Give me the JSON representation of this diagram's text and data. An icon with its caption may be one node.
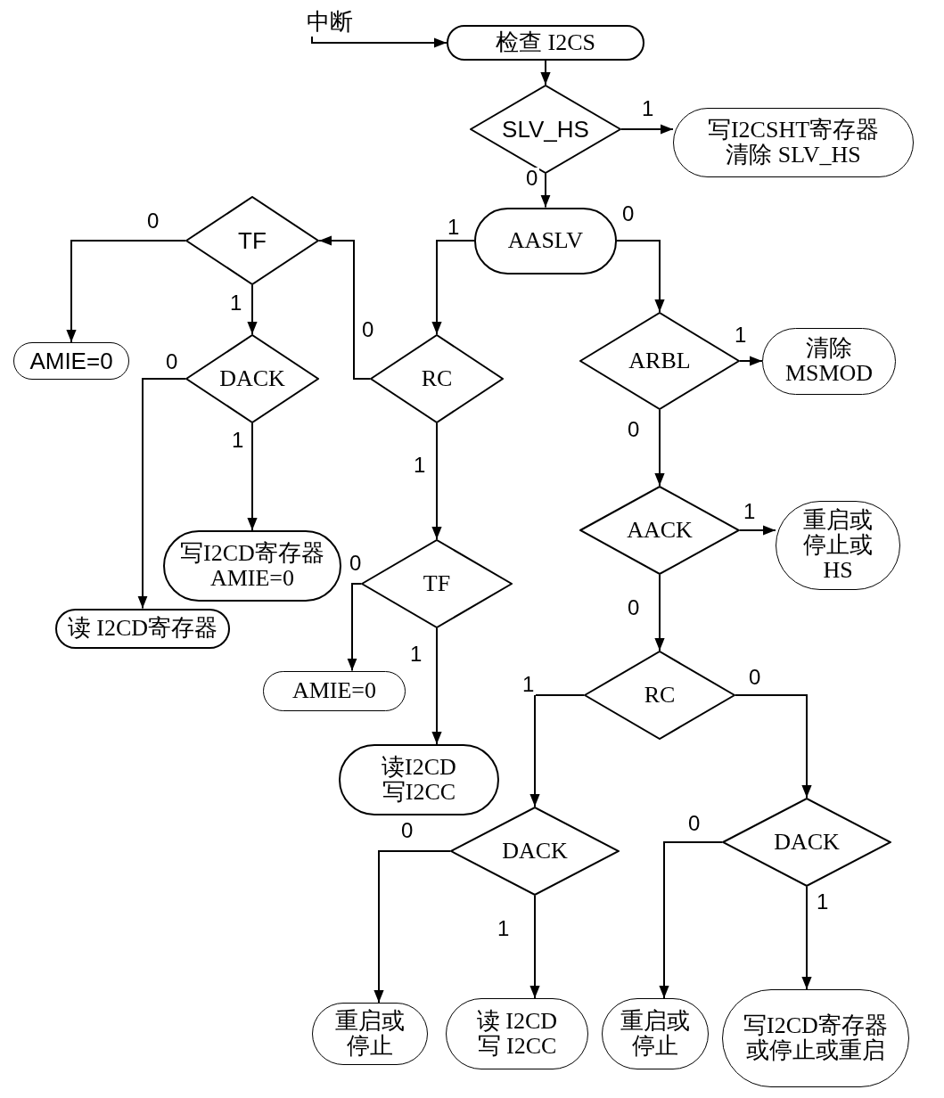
{
  "diagram": {
    "nodes": [
      {
        "text": [
          "中断"
        ]
      },
      {
        "text": [
          "检查 I2CS"
        ]
      },
      {
        "text": [
          "SLV_HS"
        ]
      },
      {
        "text": [
          "写I2CSHT寄存器清除 SLV_HS"
        ]
      },
      {
        "text": [
          "AASLV"
        ]
      },
      {
        "text": [
          "TF"
        ]
      },
      {
        "text": [
          "AMIE=0"
        ]
      },
      {
        "text": [
          "DACK"
        ]
      },
      {
        "text": [
          "RC"
        ]
      },
      {
        "text": [
          "ARBL"
        ]
      },
      {
        "text": [
          "清除 MSMOD"
        ]
      },
      {
        "text": [
          "写I2CD寄存器 AMIE=0"
        ]
      },
      {
        "text": [
          "AACK"
        ]
      },
      {
        "text": [
          "重启或停止或 HS"
        ]
      },
      {
        "text": [
          "TF"
        ]
      },
      {
        "text": [
          "读 I2CD寄存器"
        ]
      },
      {
        "text": [
          "AMIE=0"
        ]
      },
      {
        "text": [
          "RC"
        ]
      },
      {
        "text": [
          "读I2CD 写I2CC"
        ]
      },
      {
        "text": [
          "DACK"
        ]
      },
      {
        "text": [
          "DACK"
        ]
      },
      {
        "text": [
          "重启或停止"
        ]
      },
      {
        "text": [
          "读 I2CD 写 I2CC"
        ]
      },
      {
        "text": [
          "重启或停止"
        ]
      },
      {
        "text": [
          "写I2CD寄存器或停止或重启"
        ]
      }
    ],
    "edges": [
      {
        "from": 0,
        "to": 1,
        "arrow": "to"
      },
      {
        "from": 1,
        "to": 2,
        "arrow": "to"
      },
      {
        "from": 2,
        "to": 3,
        "arrow": "to",
        "label": "1"
      },
      {
        "from": 2,
        "to": 4,
        "arrow": "to",
        "label": "0"
      },
      {
        "from": 4,
        "to": 8,
        "arrow": "to",
        "label": "1"
      },
      {
        "from": 4,
        "to": 9,
        "arrow": "to",
        "label": "0"
      },
      {
        "from": 8,
        "to": 5,
        "arrow": "to",
        "label": "0"
      },
      {
        "from": 5,
        "to": 6,
        "arrow": "to",
        "label": "0"
      },
      {
        "from": 5,
        "to": 7,
        "arrow": "to",
        "label": "1"
      },
      {
        "from": 7,
        "to": 15,
        "arrow": "to",
        "label": "0"
      },
      {
        "from": 7,
        "to": 11,
        "arrow": "to",
        "label": "1"
      },
      {
        "from": 8,
        "to": 14,
        "arrow": "to",
        "label": "1"
      },
      {
        "from": 9,
        "to": 10,
        "arrow": "to",
        "label": "1"
      },
      {
        "from": 9,
        "to": 12,
        "arrow": "to",
        "label": "0"
      },
      {
        "from": 12,
        "to": 13,
        "arrow": "to",
        "label": "1"
      },
      {
        "from": 12,
        "to": 17,
        "arrow": "to",
        "label": "0"
      },
      {
        "from": 14,
        "to": 16,
        "arrow": "to",
        "label": "0"
      },
      {
        "from": 14,
        "to": 18,
        "arrow": "to",
        "label": "1"
      },
      {
        "from": 17,
        "to": 19,
        "arrow": "to",
        "label": "1"
      },
      {
        "from": 17,
        "to": 20,
        "arrow": "to",
        "label": "0"
      },
      {
        "from": 19,
        "to": 21,
        "arrow": "to",
        "label": "0"
      },
      {
        "from": 19,
        "to": 22,
        "arrow": "to",
        "label": "1"
      },
      {
        "from": 20,
        "to": 23,
        "arrow": "to",
        "label": "0"
      },
      {
        "from": 20,
        "to": 24,
        "arrow": "to",
        "label": "1"
      }
    ]
  }
}
